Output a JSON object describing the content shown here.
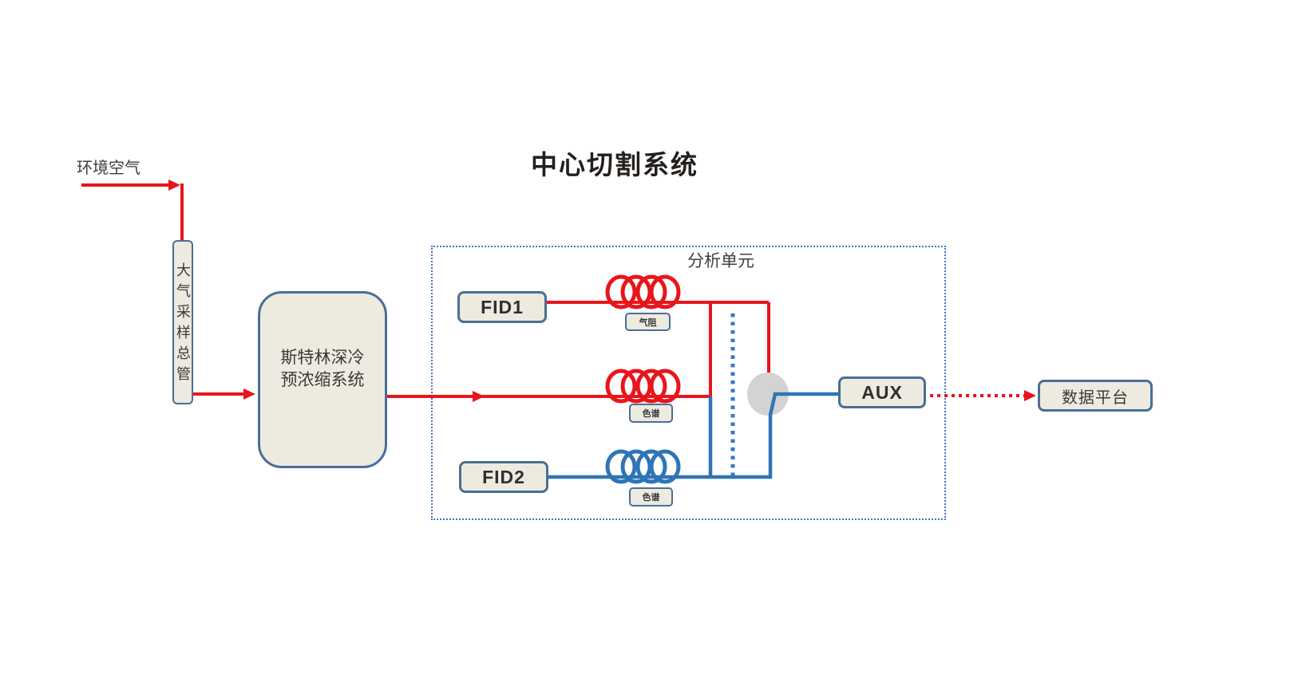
{
  "title": "中心切割系统",
  "left_chain": {
    "ambient_air": "环境空气",
    "sampling_manifold": "大气采样总管",
    "preconcentrator_line1": "斯特林深冷",
    "preconcentrator_line2": "预浓缩系统"
  },
  "analysis_unit": {
    "label": "分析单元",
    "fid1": "FID1",
    "fid2": "FID2",
    "aux": "AUX",
    "restrictor_label": "气阻",
    "column1_label": "色谱",
    "column2_label": "色谱"
  },
  "output": {
    "data_platform": "数据平台"
  },
  "colors": {
    "line_red": "#e8151b",
    "line_blue": "#2e75b6",
    "dotted_blue": "#3577c8",
    "dashed_border_blue": "#4472c4",
    "box_fill": "#edeae0",
    "box_border": "#4a6e96",
    "valve_gray": "#d3d3d3"
  }
}
